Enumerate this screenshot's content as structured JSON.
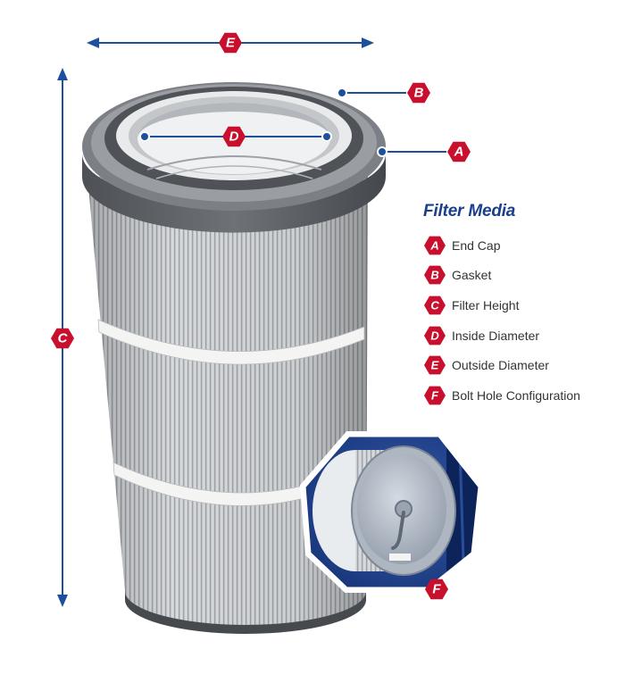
{
  "legend": {
    "title": "Filter Media",
    "items": [
      {
        "letter": "A",
        "label": "End Cap"
      },
      {
        "letter": "B",
        "label": "Gasket"
      },
      {
        "letter": "C",
        "label": "Filter Height"
      },
      {
        "letter": "D",
        "label": "Inside Diameter"
      },
      {
        "letter": "E",
        "label": "Outside Diameter"
      },
      {
        "letter": "F",
        "label": "Bolt Hole Configuration"
      }
    ]
  },
  "callouts": {
    "a": "A",
    "b": "B",
    "c": "C",
    "d": "D",
    "e": "E",
    "f": "F"
  },
  "colors": {
    "marker_red": "#c8102e",
    "dimension_blue": "#1c4f9c",
    "title_blue": "#1c3f8c",
    "end_cap_gray": "#5f6368",
    "media_gray": "#c9cbcd"
  }
}
